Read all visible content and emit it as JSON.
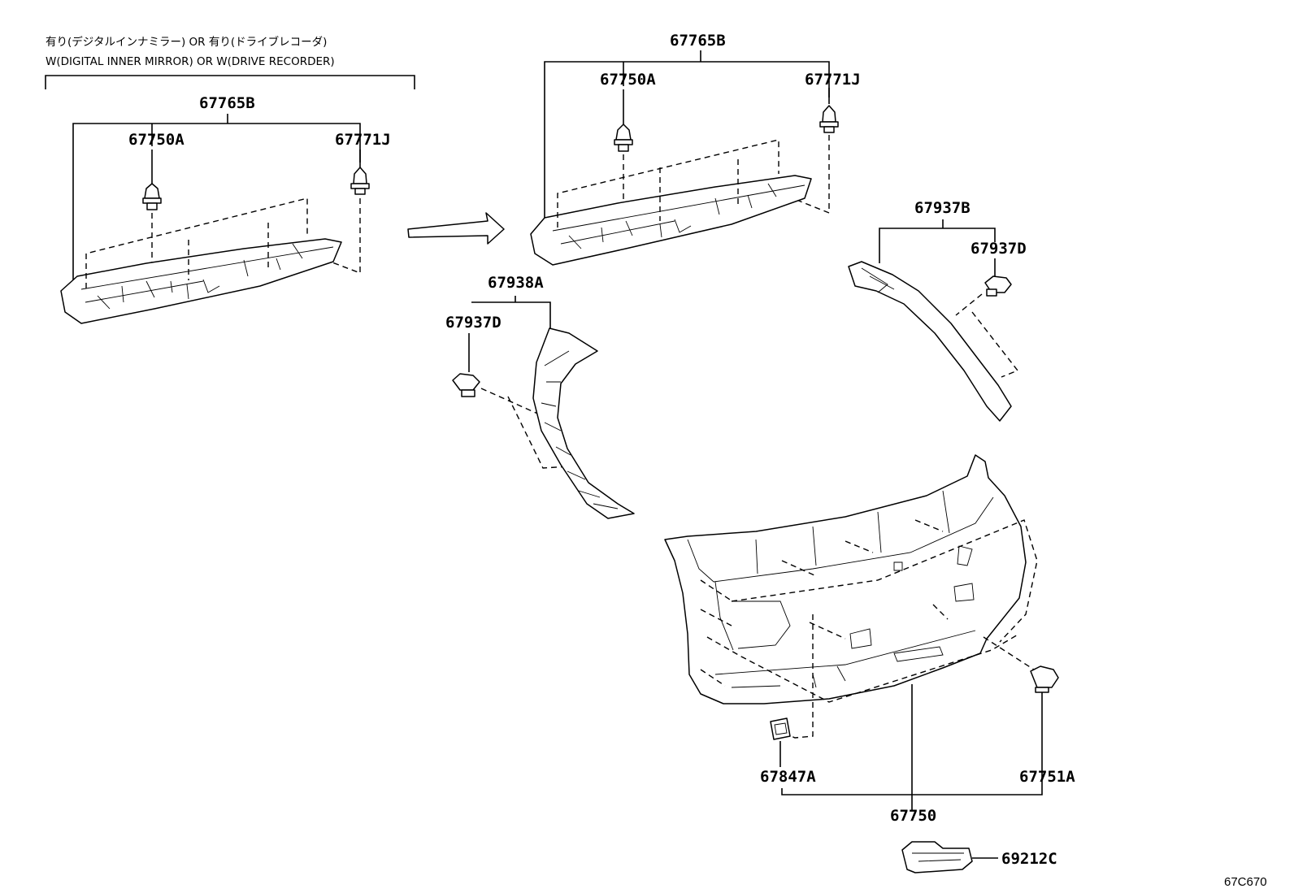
{
  "notes": {
    "jp": "有り(デジタルインナミラー) OR 有り(ドライブレコーダ)",
    "en": "W(DIGITAL INNER MIRROR) OR W(DRIVE RECORDER)"
  },
  "callouts": {
    "left_assy": "67765B",
    "left_clip_a": "67750A",
    "left_clip_j": "67771J",
    "right_assy": "67765B",
    "right_clip_a": "67750A",
    "right_clip_j": "67771J",
    "pillar_left": "67938A",
    "pillar_left_clip": "67937D",
    "pillar_right": "67937B",
    "pillar_right_clip": "67937D",
    "cover": "67847A",
    "clip_main": "67751A",
    "main_assy": "67750",
    "bracket": "69212C"
  },
  "figure_code": "67C670"
}
